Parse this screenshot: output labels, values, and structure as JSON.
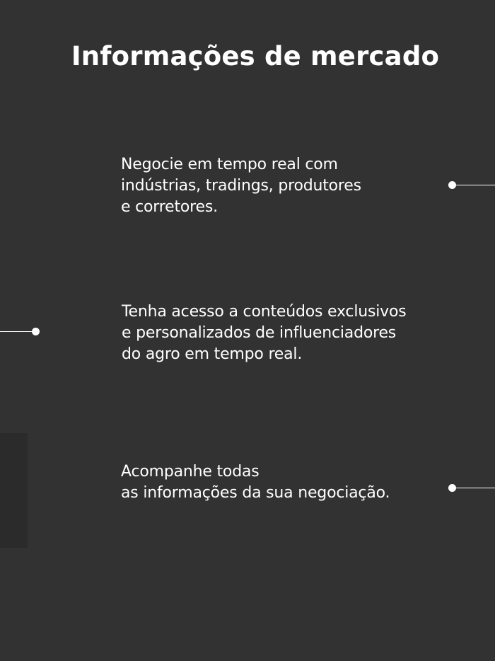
{
  "page": {
    "title": "Informações de mercado"
  },
  "features": [
    {
      "lines": [
        "Negocie em tempo real com",
        "indústrias, tradings, produtores",
        "e corretores."
      ]
    },
    {
      "lines": [
        "Tenha acesso a conteúdos exclusivos",
        "e personalizados de influenciadores",
        "do agro em tempo real."
      ]
    },
    {
      "lines": [
        "Acompanhe todas",
        "as informações da sua negociação."
      ]
    }
  ],
  "colors": {
    "background": "#323232",
    "side_panel": "#2b2b2b",
    "text": "#ffffff",
    "connector": "#ffffff"
  }
}
